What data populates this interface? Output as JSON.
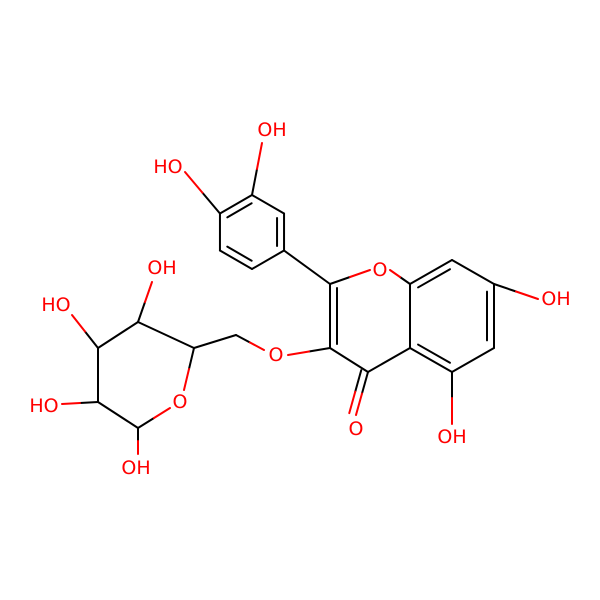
{
  "colors": {
    "background": "#ffffff",
    "bond": "#000000",
    "oxygen": "#ff0000"
  },
  "labels": {
    "oh_catechol_top": "OH",
    "ho_catechol_left": "HO",
    "oh_chromone_7": "OH",
    "oh_chromone_5": "OH",
    "o_ring": "O",
    "o_ether": "O",
    "o_carbonyl": "O",
    "o_sugar_ring": "O",
    "oh_sugar_top": "OH",
    "ho_sugar_upper": "HO",
    "ho_sugar_lower": "HO",
    "oh_sugar_anomeric": "OH"
  }
}
